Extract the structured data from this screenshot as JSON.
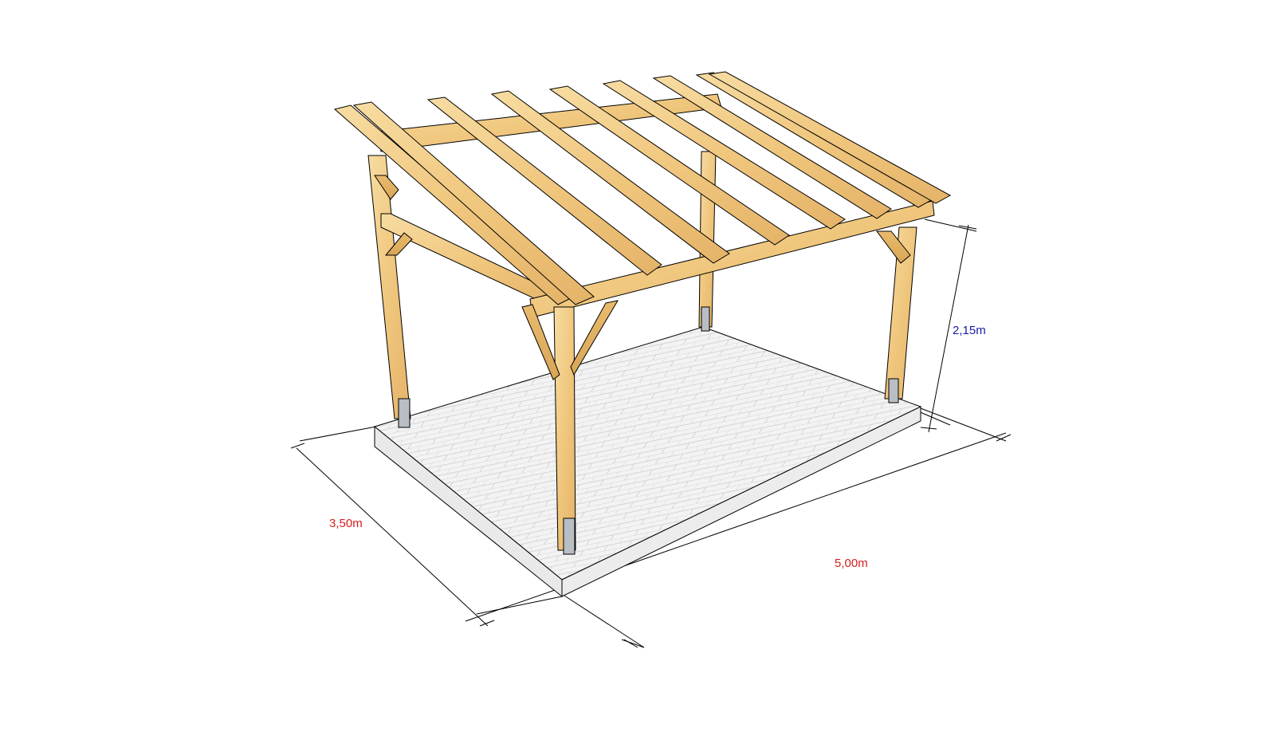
{
  "scene": {
    "subject": "Timber lean-to pergola on paved slab",
    "background_color": "#ffffff",
    "wood_color": "#f0c77e",
    "wood_dark": "#d9a656",
    "wood_light": "#f7dca2",
    "slab_color": "#f1f1f1",
    "slab_grid_color": "#d4d4d4",
    "bracket_color": "#b8bec4",
    "line_color": "#000000"
  },
  "dimensions": {
    "depth": {
      "label": "3,50m",
      "color": "#d61c1c"
    },
    "width": {
      "label": "5,00m",
      "color": "#d61c1c"
    },
    "height": {
      "label": "2,15m",
      "color": "#1a1aa8"
    }
  }
}
